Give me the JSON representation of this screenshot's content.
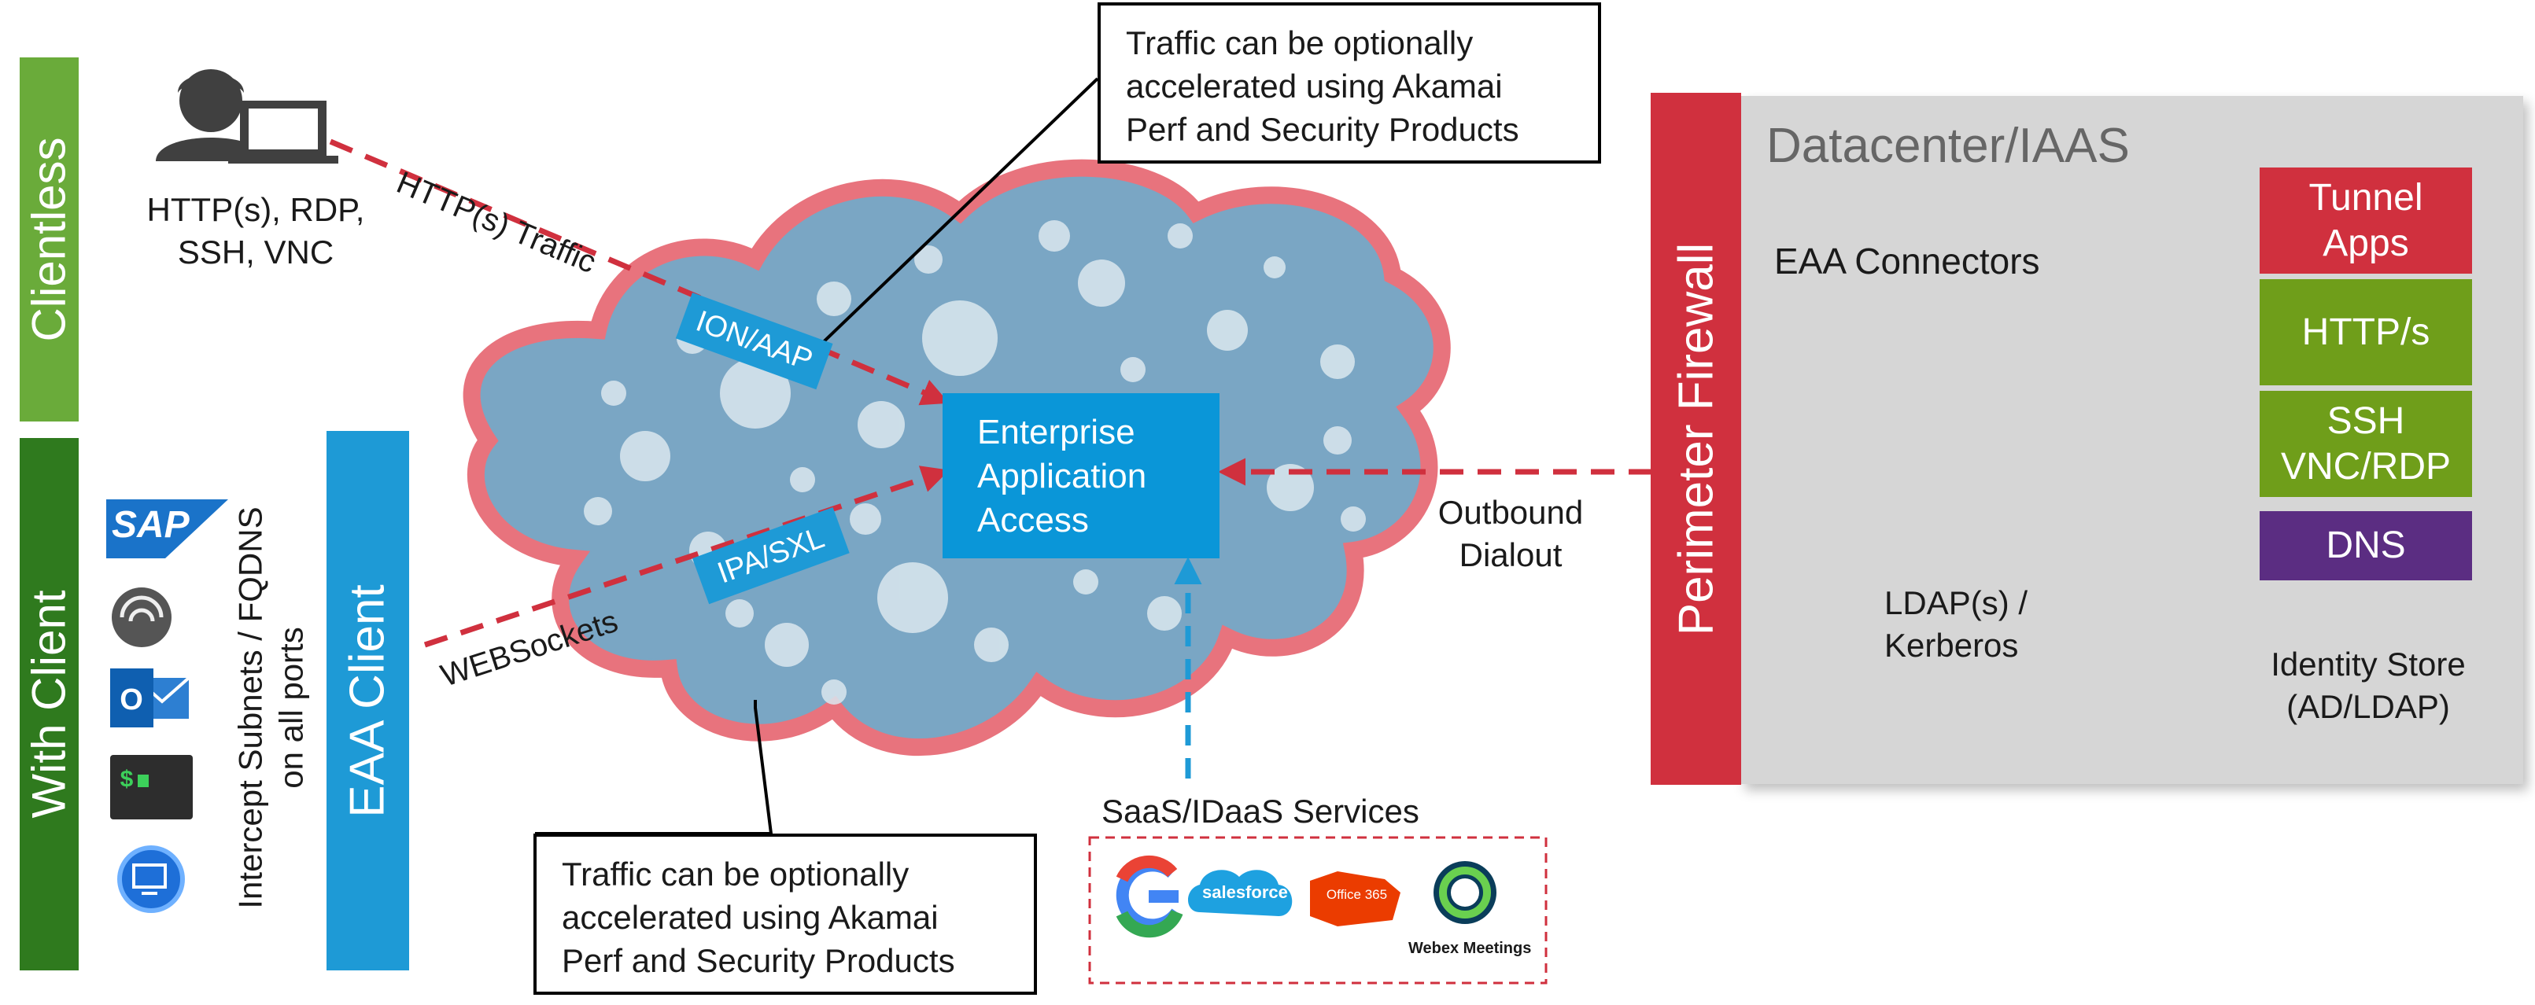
{
  "left_bars": {
    "clientless": "Clientless",
    "with_client": "With Client",
    "eaa_client": "EAA Client",
    "intercept": "Intercept Subnets / FQDNS",
    "all_ports": "on all ports"
  },
  "user": {
    "protocols_line1": "HTTP(s), RDP,",
    "protocols_line2": "SSH, VNC",
    "traffic_label": "HTTP(s) Traffic"
  },
  "websockets_label": "WEBSockets",
  "cloud": {
    "ion_tag": "ION/AAP",
    "ipa_tag": "IPA/SXL",
    "eaa_line1": "Enterprise",
    "eaa_line2": "Application",
    "eaa_line3": "Access"
  },
  "callout_top": {
    "line1": "Traffic can be optionally",
    "line2": "accelerated using Akamai",
    "line3": "Perf and Security Products"
  },
  "callout_bottom": {
    "line1": "Traffic can be optionally",
    "line2": "accelerated using Akamai",
    "line3": "Perf and Security Products"
  },
  "outbound": {
    "line1": "Outbound",
    "line2": "Dialout"
  },
  "saas": {
    "title": "SaaS/IDaaS Services",
    "salesforce": "salesforce",
    "office": "Office 365",
    "webex": "Webex Meetings"
  },
  "firewall": "Perimeter Firewall",
  "datacenter": {
    "title": "Datacenter/IAAS",
    "connectors": "EAA Connectors",
    "tunnel_line1": "Tunnel",
    "tunnel_line2": "Apps",
    "http": "HTTP/s",
    "ssh_line1": "SSH",
    "ssh_line2": "VNC/RDP",
    "dns": "DNS",
    "ldap_line1": "LDAP(s) /",
    "ldap_line2": "Kerberos",
    "identity_line1": "Identity Store",
    "identity_line2": "(AD/LDAP)"
  },
  "apps": {
    "sap": "SAP"
  },
  "colors": {
    "green_light": "#6aab3a",
    "green_dark": "#2f7a1e",
    "blue": "#1e9ad6",
    "red": "#d0303e",
    "dc_gray": "#d6d6d6",
    "tunnel": "#d0303e",
    "app_green": "#6f9e1a",
    "dns_purple": "#5b2d82",
    "connector_orange": "#f08a12"
  }
}
